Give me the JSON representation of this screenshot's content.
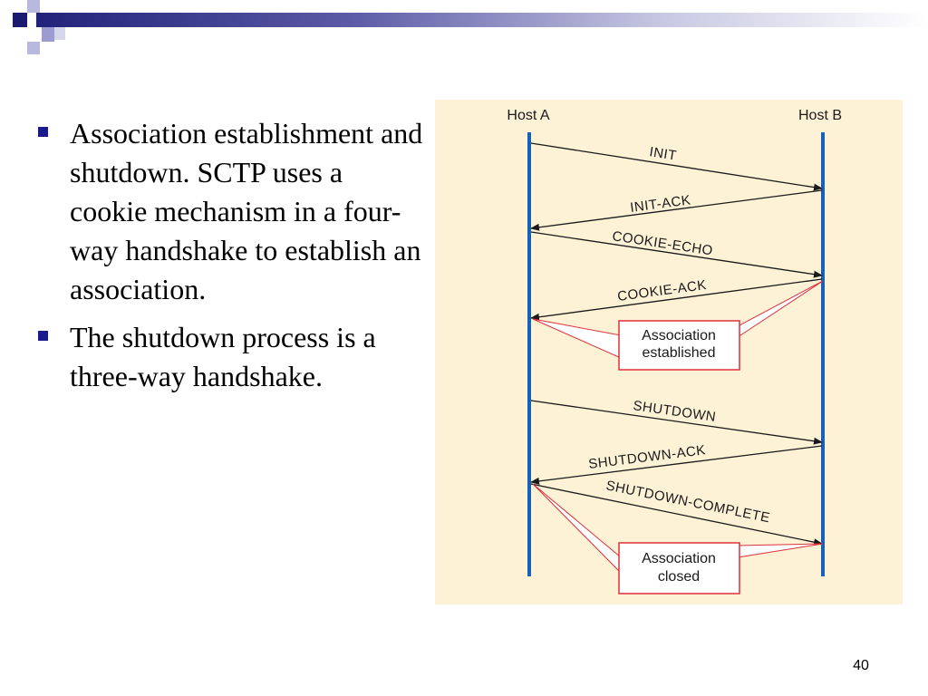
{
  "bullets": [
    "Association establishment and shutdown. SCTP uses a cookie mechanism in a four-way handshake to establish an association.",
    "The shutdown process is a three-way handshake."
  ],
  "diagram": {
    "host_a": "Host A",
    "host_b": "Host B",
    "messages": [
      "INIT",
      "INIT-ACK",
      "COOKIE-ECHO",
      "COOKIE-ACK",
      "SHUTDOWN",
      "SHUTDOWN-ACK",
      "SHUTDOWN-COMPLETE"
    ],
    "box_established": [
      "Association",
      "established"
    ],
    "box_closed": [
      "Association",
      "closed"
    ],
    "colors": {
      "background": "#fdf1d6",
      "lifeline": "#1563b8",
      "callout": "#e0303a"
    }
  },
  "page_number": "40"
}
